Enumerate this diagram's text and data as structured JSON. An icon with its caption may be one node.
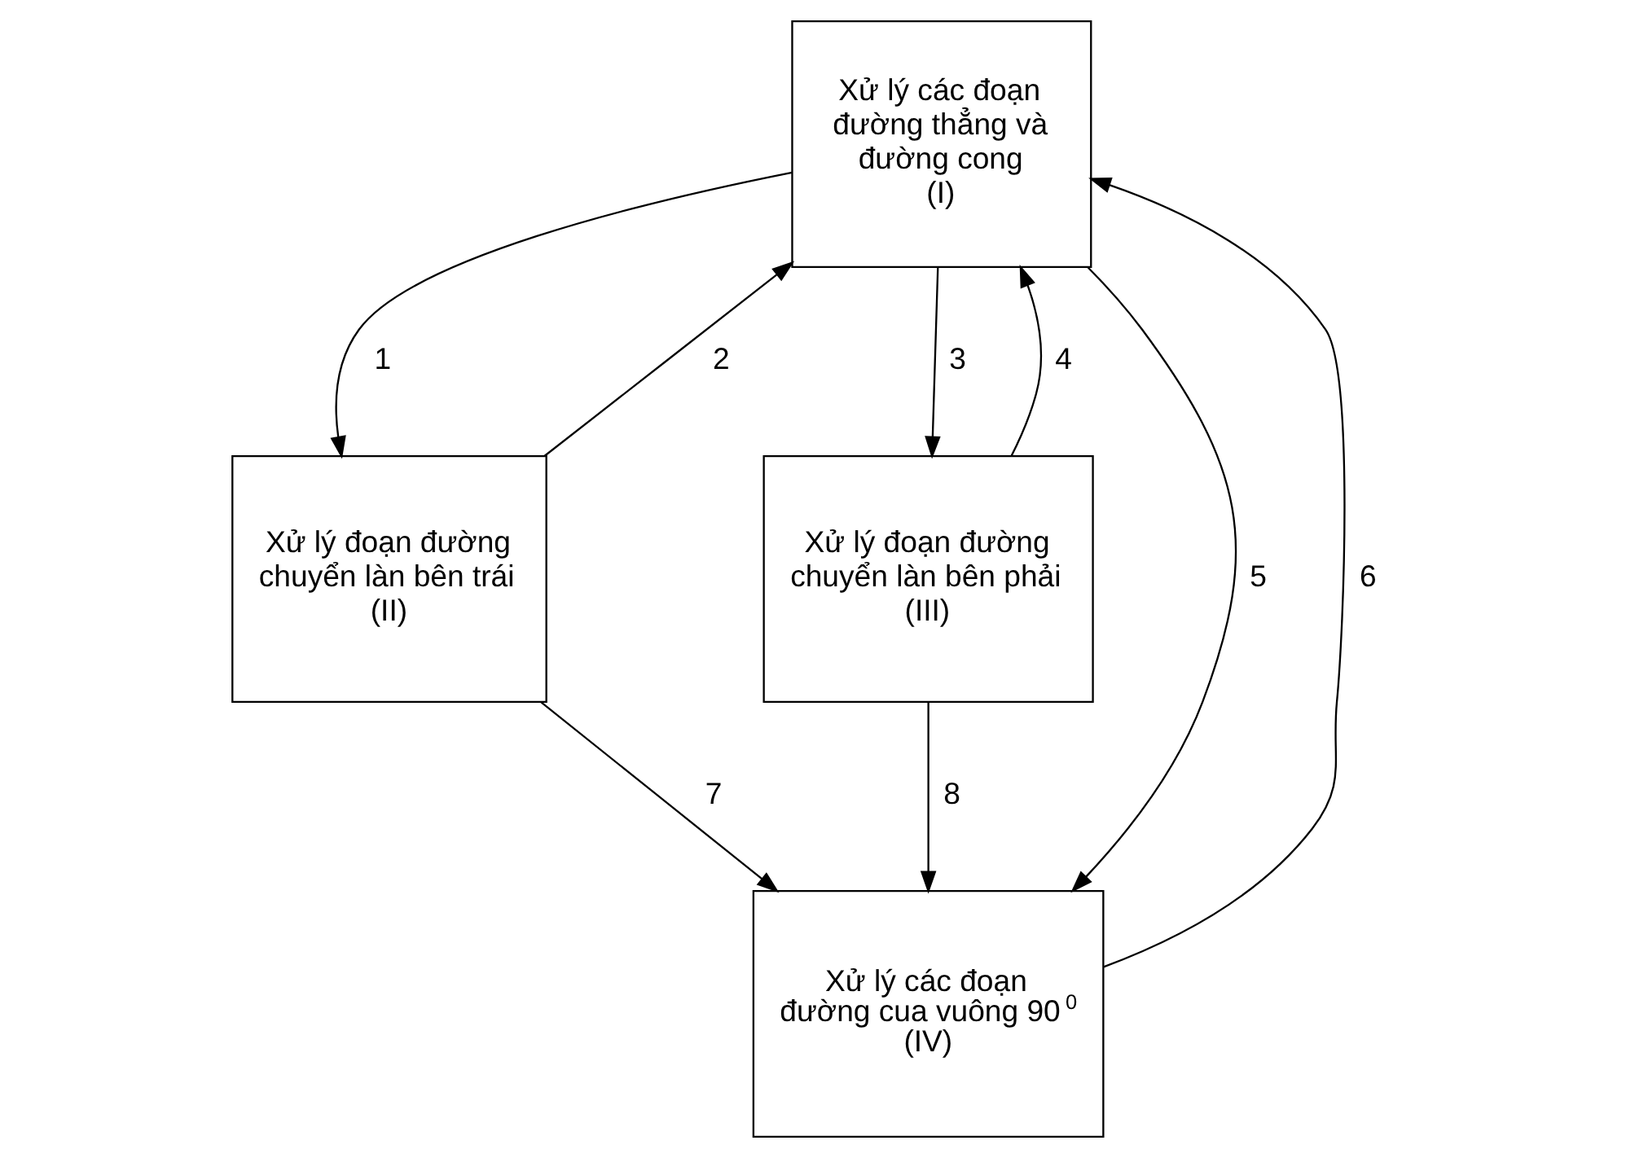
{
  "diagram": {
    "nodes": [
      {
        "text": [
          "Xử lý các đoạn đường thẳng và đường cong",
          "(I)"
        ]
      },
      {
        "text": [
          "Xử lý đoạn đường chuyển làn bên trái",
          "(II)"
        ]
      },
      {
        "text": [
          "Xử lý đoạn đường chuyển làn bên phải",
          "(III)"
        ]
      },
      {
        "text": [
          "Xử lý các đoạn đường cua vuông 90$^{0}$",
          "(IV)"
        ]
      }
    ],
    "edges": [
      {
        "from": 0,
        "to": 1,
        "arrow": "to",
        "label": "1"
      },
      {
        "from": 1,
        "to": 0,
        "arrow": "to",
        "label": "2"
      },
      {
        "from": 0,
        "to": 2,
        "arrow": "to",
        "label": "3"
      },
      {
        "from": 2,
        "to": 0,
        "arrow": "to",
        "label": "4"
      },
      {
        "from": 0,
        "to": 3,
        "arrow": "to",
        "label": "5"
      },
      {
        "from": 3,
        "to": 0,
        "arrow": "to",
        "label": "6"
      },
      {
        "from": 1,
        "to": 3,
        "arrow": "to",
        "label": "7"
      },
      {
        "from": 2,
        "to": 3,
        "arrow": "to",
        "label": "8"
      }
    ]
  }
}
